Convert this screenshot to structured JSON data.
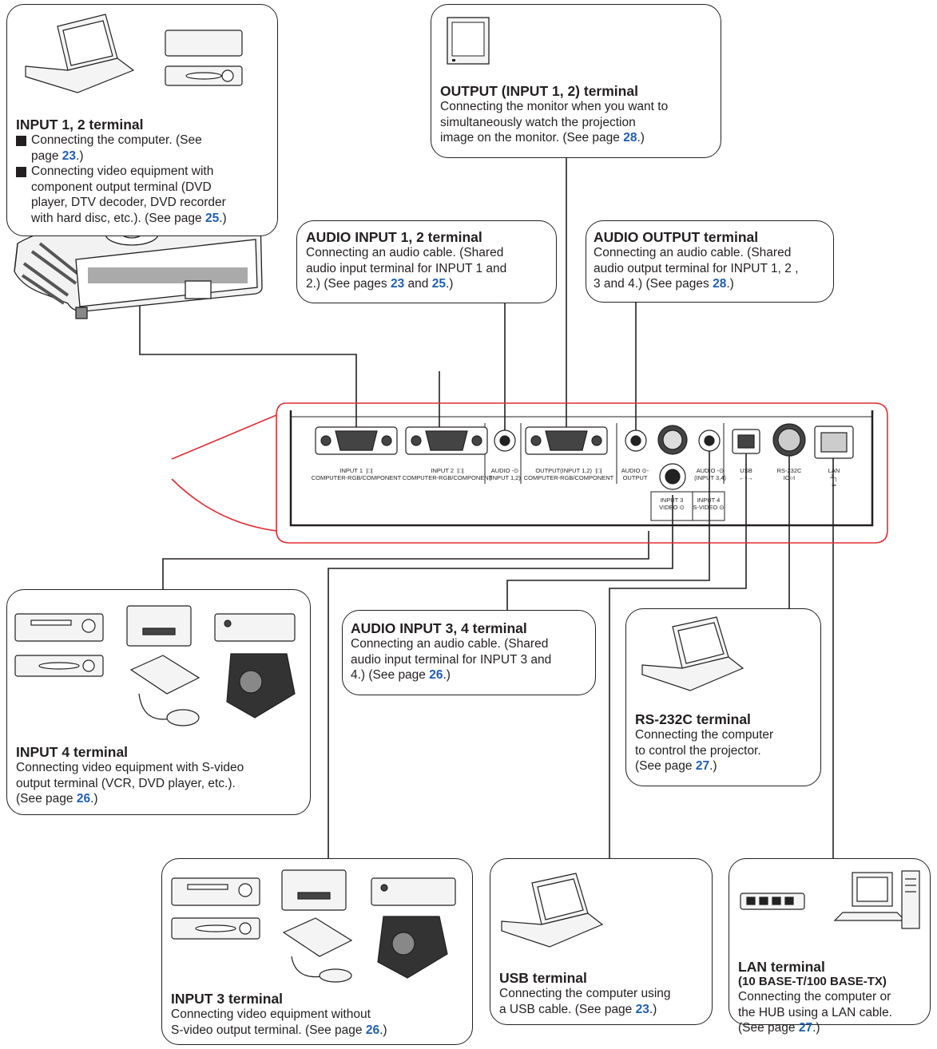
{
  "colors": {
    "page_link": "#1f5fb4",
    "highlight_outline": "#e32b31",
    "line": "#231f20"
  },
  "boxes": {
    "input12": {
      "title": "INPUT 1, 2 terminal",
      "bullet1_a": "Connecting the computer. (See",
      "bullet1_b": "page ",
      "bullet1_page": "23",
      "bullet1_end": ".)",
      "bullet2_a": "Connecting video equipment with",
      "bullet2_b": "component output terminal (DVD",
      "bullet2_c": "player, DTV decoder, DVD recorder",
      "bullet2_d": "with hard disc, etc.). (See page ",
      "bullet2_page": "25",
      "bullet2_end": ".)"
    },
    "output12": {
      "title": "OUTPUT (INPUT 1, 2) terminal",
      "line1": "Connecting the monitor when you want to",
      "line2": "simultaneously watch the projection",
      "line3": "image on the monitor. (See page ",
      "page": "28",
      "end": ".)"
    },
    "audio_in12": {
      "title": "AUDIO INPUT 1, 2 terminal",
      "line1": "Connecting an audio cable. (Shared",
      "line2": "audio input terminal for INPUT 1 and",
      "line3": "2.) (See pages ",
      "page1": "23",
      "mid": " and ",
      "page2": "25",
      "end": ".)"
    },
    "audio_out": {
      "title": "AUDIO OUTPUT terminal",
      "line1": "Connecting an audio cable. (Shared",
      "line2": "audio output terminal for INPUT 1, 2 ,",
      "line3": "3 and 4.) (See pages ",
      "page": "28",
      "end": ".)"
    },
    "input4": {
      "title": "INPUT 4 terminal",
      "line1": "Connecting video equipment with S-video",
      "line2": "output terminal (VCR, DVD player, etc.).",
      "line3": "(See page ",
      "page": "26",
      "end": ".)"
    },
    "audio_in34": {
      "title": "AUDIO INPUT 3, 4 terminal",
      "line1": "Connecting an audio cable. (Shared",
      "line2": "audio input terminal for INPUT 3 and",
      "line3": "4.) (See page ",
      "page": "26",
      "end": ".)"
    },
    "rs232c": {
      "title": "RS-232C terminal",
      "line1": "Connecting the computer",
      "line2": "to control the projector.",
      "line3": "(See page ",
      "page": "27",
      "end": ".)"
    },
    "input3": {
      "title": "INPUT 3 terminal",
      "line1": "Connecting video equipment without",
      "line2": "S-video output terminal. (See page ",
      "page": "26",
      "end": ".)"
    },
    "usb": {
      "title": "USB terminal",
      "line1": "Connecting the computer using",
      "line2": "a USB cable. (See page ",
      "page": "23",
      "end": ".)"
    },
    "lan": {
      "title": "LAN terminal",
      "subtitle": "(10 BASE-T/100 BASE-TX)",
      "line1": "Connecting the computer or",
      "line2": "the HUB using a LAN cable.",
      "line3": "(See page ",
      "page": "27",
      "end": ".)"
    }
  },
  "panel": {
    "input1": "INPUT 1  |□|\nCOMPUTER-RGB/COMPONENT",
    "input2": "INPUT 2  |□|\nCOMPUTER-RGB/COMPONENT",
    "audio12": "AUDIO -⊙\n(INPUT 1,2)",
    "output": "OUTPUT(INPUT 1,2)  |□|\nCOMPUTER-RGB/COMPONENT",
    "audio_out": "AUDIO ⊙-\nOUTPUT",
    "audio34": "AUDIO -⊙\n(INPUT 3,4)",
    "usb": "USB\n←•→",
    "rs232c": "RS-232C\nIO○I",
    "lan": "LAN\n┴┐\n═",
    "input3": "INPUT 3\nVIDEO ⊙",
    "input4": "INPUT 4\nS-VIDEO ⊙"
  }
}
